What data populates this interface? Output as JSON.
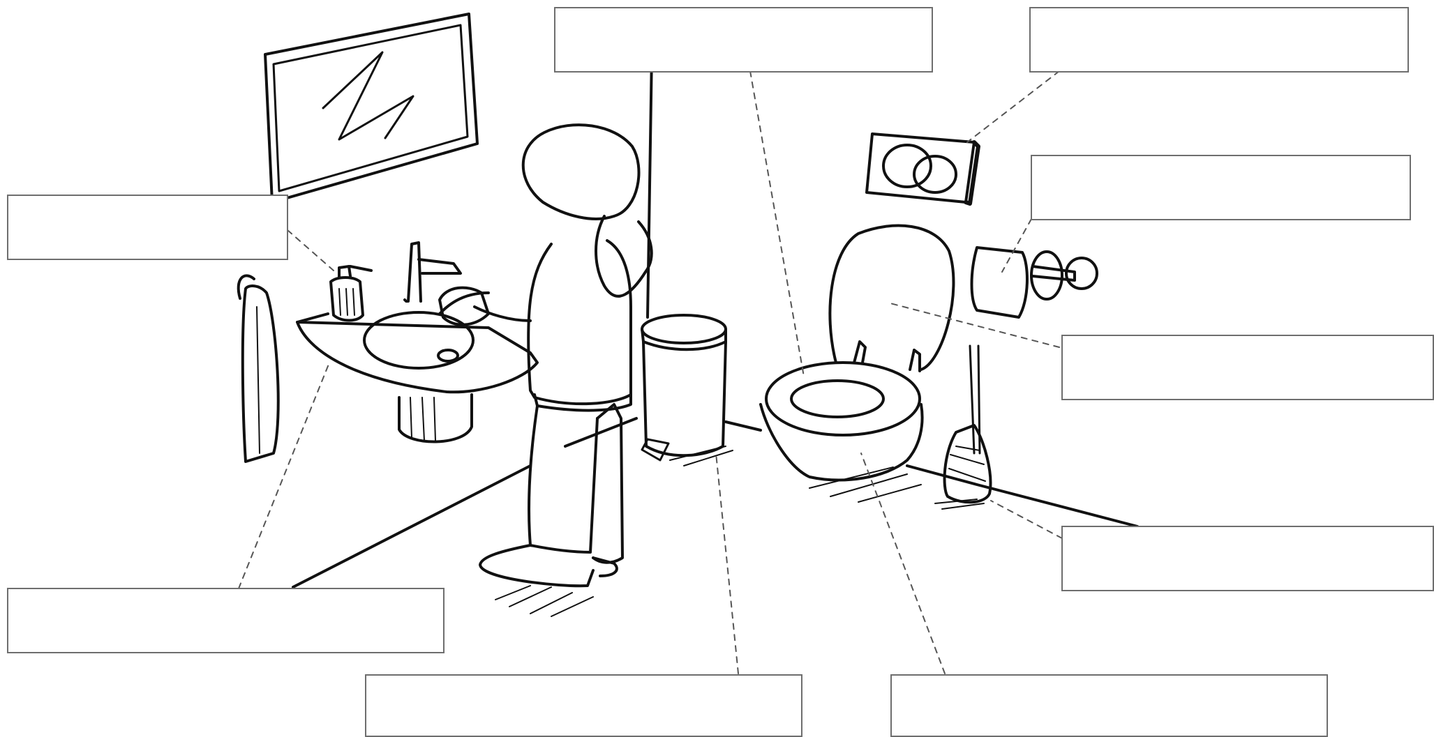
{
  "worksheet": {
    "title": "",
    "label_boxes": [
      {
        "id": "mirror-or-soap",
        "text": ""
      },
      {
        "id": "wall-center",
        "text": ""
      },
      {
        "id": "flush-button",
        "text": ""
      },
      {
        "id": "toilet-paper",
        "text": ""
      },
      {
        "id": "toilet-lid",
        "text": ""
      },
      {
        "id": "toilet-brush",
        "text": ""
      },
      {
        "id": "sink",
        "text": ""
      },
      {
        "id": "trash-bin",
        "text": ""
      },
      {
        "id": "floor-toilet",
        "text": ""
      }
    ]
  },
  "colors": {
    "line": "#111111",
    "label_border": "#6e6e6e",
    "leader_line": "#555555",
    "background": "#ffffff"
  }
}
